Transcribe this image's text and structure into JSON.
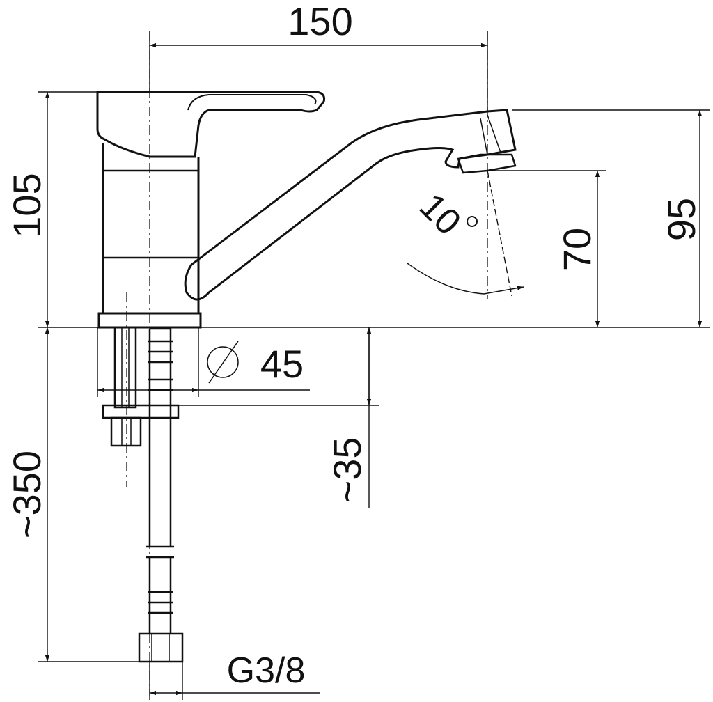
{
  "colors": {
    "line": "#111111",
    "background": "#ffffff"
  },
  "dimensions": {
    "width_spout": "150",
    "height_total": "105",
    "height_spout_tip": "95",
    "height_outlet": "70",
    "swivel_angle": "10",
    "base_diameter_symbol": "∅",
    "base_diameter": "45",
    "mount_depth": "~35",
    "hose_length": "~350",
    "thread": "G3/8"
  }
}
